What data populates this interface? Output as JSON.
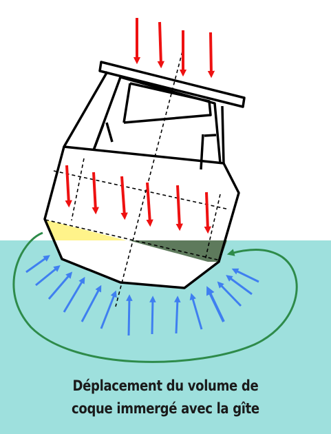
{
  "caption": {
    "line1": "Déplacement du volume de",
    "line2": "coque immergé avec la gîte"
  },
  "colors": {
    "water": "#9ee0dd",
    "hull_outline": "#000000",
    "weight_arrows": "#ee1111",
    "buoyancy_arrows": "#3f7ff0",
    "emerged_wedge": "#fff38a",
    "immersed_wedge": "#5e7a5c",
    "displacement_arrow": "#2e8b4a"
  },
  "icons": {
    "weight_arrow": "arrow-down",
    "buoyancy_arrow": "arrow-up",
    "displacement_arrow": "curved-arrow"
  }
}
